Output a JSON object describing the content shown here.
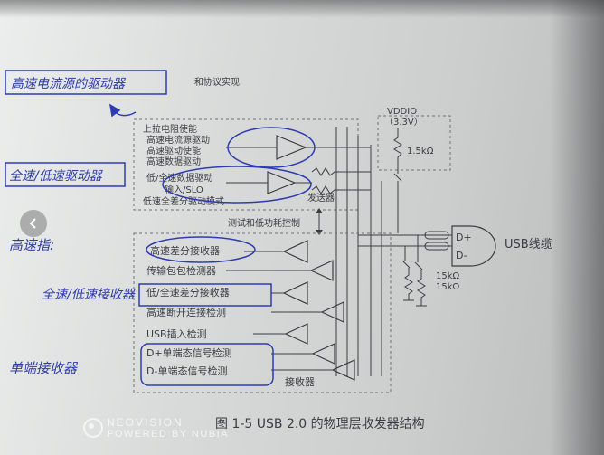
{
  "header_fragment": "和协议实现",
  "left_box": {
    "items": [
      "上拉电阻使能",
      "高速电流源驱动",
      "高速驱动使能",
      "高速数据驱动",
      "低/全速数据驱动",
      "输入/SLO",
      "低速全差分驱动模式"
    ]
  },
  "transmitter_label": "发送器",
  "vdd_label": "VDDIO",
  "vdd_value": "（3.3V）",
  "pullup_resistor": "1.5kΩ",
  "test_box_label": "测试和低功耗控制",
  "receiver_box": {
    "items": [
      "高速差分接收器",
      "传输包包检测器",
      "低/全速差分接收器",
      "高速断开连接检测",
      "USB插入检测",
      "D+单端态信号检测",
      "D-单端态信号检测"
    ]
  },
  "receiver_label": "接收器",
  "dplus_label": "D+",
  "dminus_label": "D-",
  "usb_cable_label": "USB线缆",
  "pulldown_resistor_1": "15kΩ",
  "pulldown_resistor_2": "15kΩ",
  "caption": "图 1-5    USB 2.0 的物理层收发器结构",
  "handwritten": {
    "note1": "高速电流源的驱动器",
    "note2": "全速/低速驱动器",
    "note3": "高速指:",
    "note4": "全速/低速接收器",
    "note5": "单端接收器"
  },
  "watermark": {
    "line1": "NEOVISION",
    "line2": "POWERED BY NUBIA"
  }
}
